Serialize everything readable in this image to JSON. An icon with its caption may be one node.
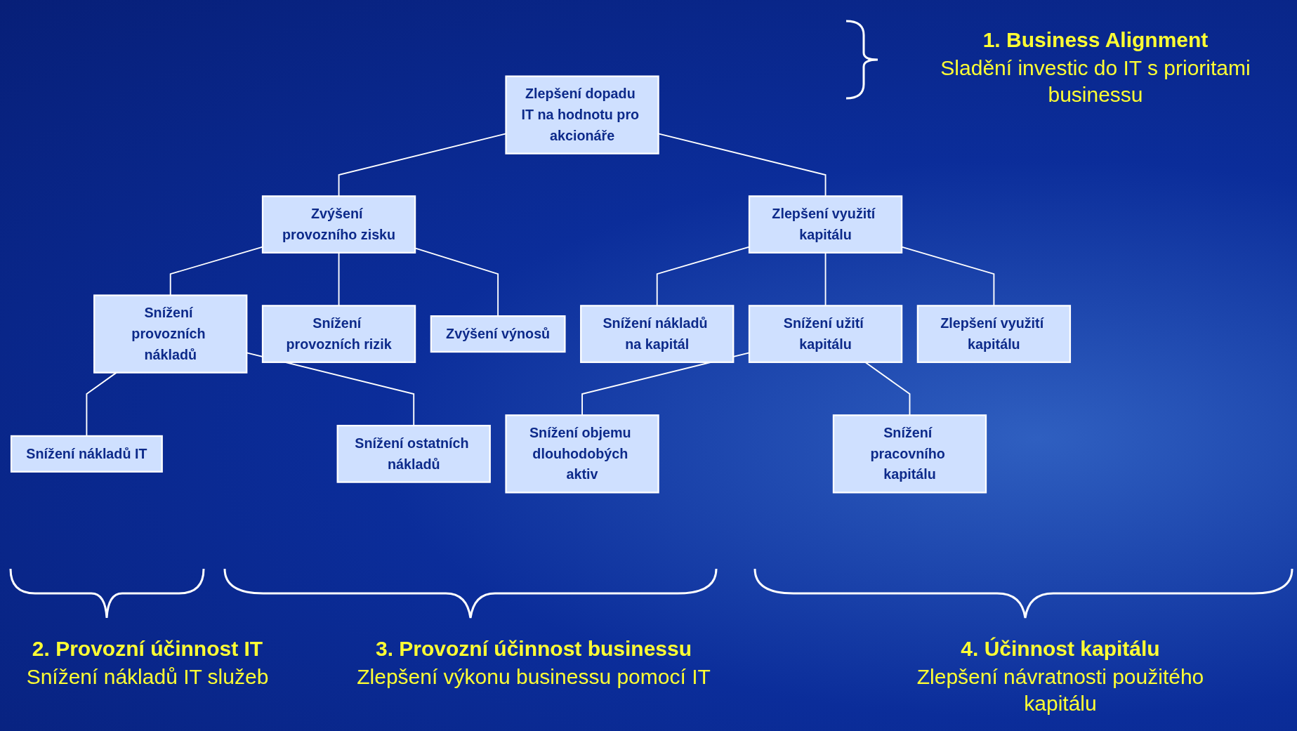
{
  "diagram": {
    "nodes": [
      {
        "text": [
          "Zlepšení dopadu IT na hodnotu pro akcionáře"
        ]
      },
      {
        "text": [
          "Zvýšení provozního zisku"
        ]
      },
      {
        "text": [
          "Zlepšení využití kapitálu"
        ]
      },
      {
        "text": [
          "Snížení provozních nákladů"
        ]
      },
      {
        "text": [
          "Snížení provozních rizik"
        ]
      },
      {
        "text": [
          "Zvýšení výnosů"
        ]
      },
      {
        "text": [
          "Snížení nákladů na kapitál"
        ]
      },
      {
        "text": [
          "Snížení užití kapitálu"
        ]
      },
      {
        "text": [
          "Zlepšení využití kapitálu"
        ]
      },
      {
        "text": [
          "Snížení nákladů IT"
        ]
      },
      {
        "text": [
          "Snížení ostatních nákladů"
        ]
      },
      {
        "text": [
          "Snížení objemu dlouhodobých aktiv"
        ]
      },
      {
        "text": [
          "Snížení pracovního kapitálu"
        ]
      }
    ],
    "edges": [
      {
        "from": 0,
        "to": 1,
        "arrow": "none"
      },
      {
        "from": 0,
        "to": 2,
        "arrow": "none"
      },
      {
        "from": 1,
        "to": 3,
        "arrow": "none"
      },
      {
        "from": 1,
        "to": 4,
        "arrow": "none"
      },
      {
        "from": 1,
        "to": 5,
        "arrow": "none"
      },
      {
        "from": 2,
        "to": 6,
        "arrow": "none"
      },
      {
        "from": 2,
        "to": 7,
        "arrow": "none"
      },
      {
        "from": 2,
        "to": 8,
        "arrow": "none"
      },
      {
        "from": 3,
        "to": 9,
        "arrow": "none"
      },
      {
        "from": 3,
        "to": 10,
        "arrow": "none"
      },
      {
        "from": 7,
        "to": 11,
        "arrow": "none"
      },
      {
        "from": 7,
        "to": 12,
        "arrow": "none"
      }
    ],
    "labels": [
      "1.  Business Alignment",
      "Sladění investic do IT s prioritami businessu",
      "2.  Provozní účinnost IT",
      "Snížení nákladů IT služeb",
      "3. Provozní účinnost businessu",
      "Zlepšení výkonu businessu pomocí IT",
      "4. Účinnost kapitálu",
      "Zlepšení návratnosti použitého kapitálu"
    ]
  }
}
